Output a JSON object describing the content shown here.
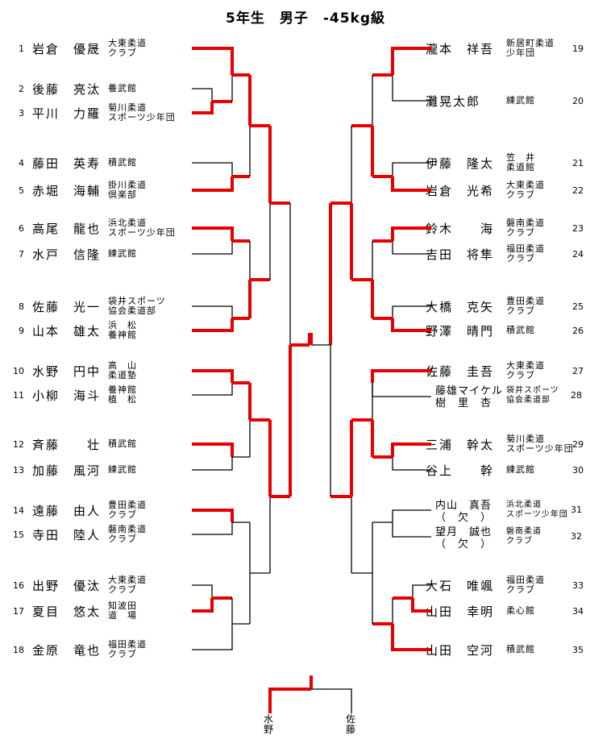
{
  "title": "5年生　男子　-45kg級",
  "left": [
    {
      "seed": "1",
      "name": "岩倉　優晟",
      "club": "大東柔道\nクラブ"
    },
    {
      "seed": "2",
      "name": "後藤　亮汰",
      "club": "養武館"
    },
    {
      "seed": "3",
      "name": "平川　力羅",
      "club": "菊川柔道\nスポーツ少年団"
    },
    {
      "seed": "4",
      "name": "藤田　英寿",
      "club": "積武館"
    },
    {
      "seed": "5",
      "name": "赤堀　海輔",
      "club": "掛川柔道\n倶楽部"
    },
    {
      "seed": "6",
      "name": "高尾　龍也",
      "club": "浜北柔道\nスポーツ少年団"
    },
    {
      "seed": "7",
      "name": "水戸　信隆",
      "club": "練武館"
    },
    {
      "seed": "8",
      "name": "佐藤　光一",
      "club": "袋井スポーツ\n協会柔道部"
    },
    {
      "seed": "9",
      "name": "山本　雄太",
      "club": "浜　松\n養神館"
    },
    {
      "seed": "10",
      "name": "水野　円中",
      "club": "高　山\n柔道塾"
    },
    {
      "seed": "11",
      "name": "小柳　海斗",
      "club": "養神館\n植　松"
    },
    {
      "seed": "12",
      "name": "斉藤　　壮",
      "club": "積武館"
    },
    {
      "seed": "13",
      "name": "加藤　風河",
      "club": "練武館"
    },
    {
      "seed": "14",
      "name": "遠藤　由人",
      "club": "豊田柔道\nクラブ"
    },
    {
      "seed": "15",
      "name": "寺田　陸人",
      "club": "磐南柔道\nクラブ"
    },
    {
      "seed": "16",
      "name": "出野　優汰",
      "club": "大東柔道\nクラブ"
    },
    {
      "seed": "17",
      "name": "夏目　悠太",
      "club": "知波田\n道　場"
    },
    {
      "seed": "18",
      "name": "金原　竜也",
      "club": "福田柔道\nクラブ"
    }
  ],
  "right": [
    {
      "seed": "19",
      "name": "瀧本　祥吾",
      "club": "新居町柔道\n少年団"
    },
    {
      "seed": "20",
      "name": "灘晃太郎",
      "club": "練武館"
    },
    {
      "seed": "21",
      "name": "伊藤　隆太",
      "club": "笠　井\n柔道館"
    },
    {
      "seed": "22",
      "name": "岩倉　光希",
      "club": "大東柔道\nクラブ"
    },
    {
      "seed": "23",
      "name": "鈴木　　海",
      "club": "磐南柔道\nクラブ"
    },
    {
      "seed": "24",
      "name": "吉田　将隼",
      "club": "福田柔道\nクラブ"
    },
    {
      "seed": "25",
      "name": "大橋　克矢",
      "club": "豊田柔道\nクラブ"
    },
    {
      "seed": "26",
      "name": "野澤　晴門",
      "club": "積武館"
    },
    {
      "seed": "27",
      "name": "佐藤　圭吾",
      "club": "大東柔道\nクラブ"
    },
    {
      "seed": "29",
      "name": "三浦　幹太",
      "club": "菊川柔道\nスポーツ少年団"
    },
    {
      "seed": "30",
      "name": "谷上　　幹",
      "club": "練武館"
    },
    {
      "seed": "33",
      "name": "大石　唯颯",
      "club": "福田柔道\nクラブ"
    },
    {
      "seed": "34",
      "name": "山田　幸明",
      "club": "柔心館"
    },
    {
      "seed": "35",
      "name": "山田　空河",
      "club": "積武館"
    }
  ],
  "pair28": {
    "seed": "28",
    "line1": "藤雄マイケル",
    "line2": "樹　里　杏",
    "club": "袋井スポーツ\n協会柔道部"
  },
  "pair3132": [
    {
      "seed": "31",
      "line1": "内山　真吾",
      "line2": "（　欠　）",
      "club": "浜北柔道\nスポーツ少年団"
    },
    {
      "seed": "32",
      "line1": "望月　誠也",
      "line2": "（　欠　）",
      "club": "磐南柔道\nクラブ"
    }
  ],
  "final": {
    "left": "水\n野",
    "right": "佐\n藤"
  },
  "colors": {
    "win": "#e60000",
    "line": "#000000"
  }
}
